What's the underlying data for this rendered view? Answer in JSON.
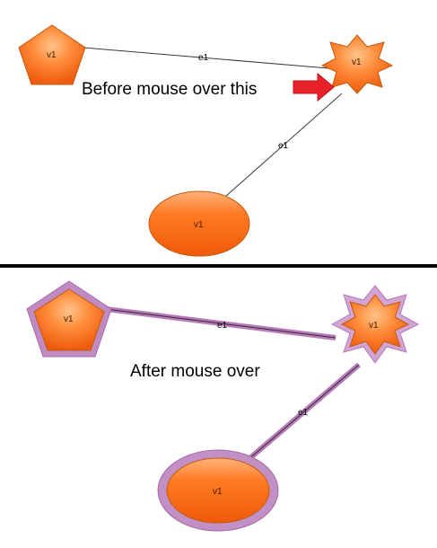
{
  "colors": {
    "node_fill_light": "#ffb070",
    "node_fill_dark": "#f06010",
    "node_stroke": "#c25a10",
    "highlight": "#b77ab8",
    "arrow": "#e8202a",
    "divider": "#000000",
    "edge": "#333333"
  },
  "top_panel": {
    "caption": "Before mouse over this",
    "nodes": {
      "pentagon": {
        "label": "v1",
        "shape": "pentagon"
      },
      "star": {
        "label": "v1",
        "shape": "star"
      },
      "ellipse": {
        "label": "v1",
        "shape": "ellipse"
      }
    },
    "edges": {
      "pentagon_star": {
        "label": "e1"
      },
      "star_ellipse": {
        "label": "e1"
      }
    },
    "arrow_icon": "right-arrow-icon"
  },
  "bottom_panel": {
    "caption": "After mouse over",
    "nodes": {
      "pentagon": {
        "label": "v1",
        "shape": "pentagon"
      },
      "star": {
        "label": "v1",
        "shape": "star"
      },
      "ellipse": {
        "label": "v1",
        "shape": "ellipse"
      }
    },
    "edges": {
      "pentagon_star": {
        "label": "e1"
      },
      "star_ellipse": {
        "label": "e1"
      }
    }
  }
}
